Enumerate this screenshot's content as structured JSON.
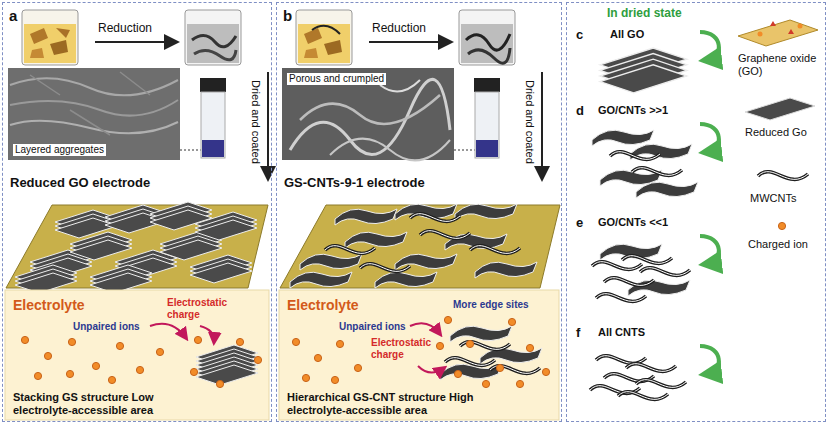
{
  "diagram": {
    "nodes": [
      {
        "text": [
          "a"
        ]
      },
      {
        "text": [
          "Layered aggregates"
        ],
        "in": 0
      },
      {
        "text": [
          "Electrolyte",
          "Unpaired ions",
          "Electrostatic charge",
          "Stacking GS structure Low electrolyte-accessible area"
        ],
        "in": 0
      },
      {
        "text": [
          "b"
        ]
      },
      {
        "text": [
          "Porous and crumpled"
        ],
        "in": 3
      },
      {
        "text": [
          "Electrolyte",
          "Unpaired ions",
          "Electrostatic charge",
          "More edge sites",
          "Hierarchical GS-CNT structure High electrolyte-accessible area"
        ],
        "in": 3
      },
      {
        "text": [
          "In dried state"
        ]
      }
    ],
    "labels": [
      "Reduction",
      "Dried and coated",
      "Reduced GO electrode",
      "Reduction",
      "Dried and coated",
      "GS-CNTs-9-1 electrode",
      "c",
      "All GO",
      "d",
      "GO/CNTs >>1",
      "e",
      "GO/CNTs <<1",
      "f",
      "All CNTS"
    ],
    "legend": [
      {
        "text": "Graphene oxide (GO)"
      },
      {
        "text": "Reduced Go"
      },
      {
        "text": "MWCNTs"
      },
      {
        "text": "Charged ion"
      }
    ]
  }
}
